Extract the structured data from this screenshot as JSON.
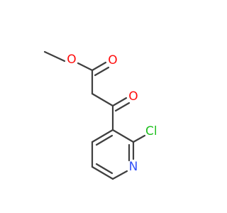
{
  "molecule": {
    "atom_labels": {
      "o_methoxy": "O",
      "o_carbonyl_ester": "O",
      "o_ketone": "O",
      "chlorine": "Cl",
      "n_pyridine": "N"
    },
    "colors": {
      "bond": "#3f3f3f",
      "oxygen": "#ff0d0d",
      "chlorine": "#1fbf1f",
      "nitrogen": "#3050f8"
    }
  }
}
